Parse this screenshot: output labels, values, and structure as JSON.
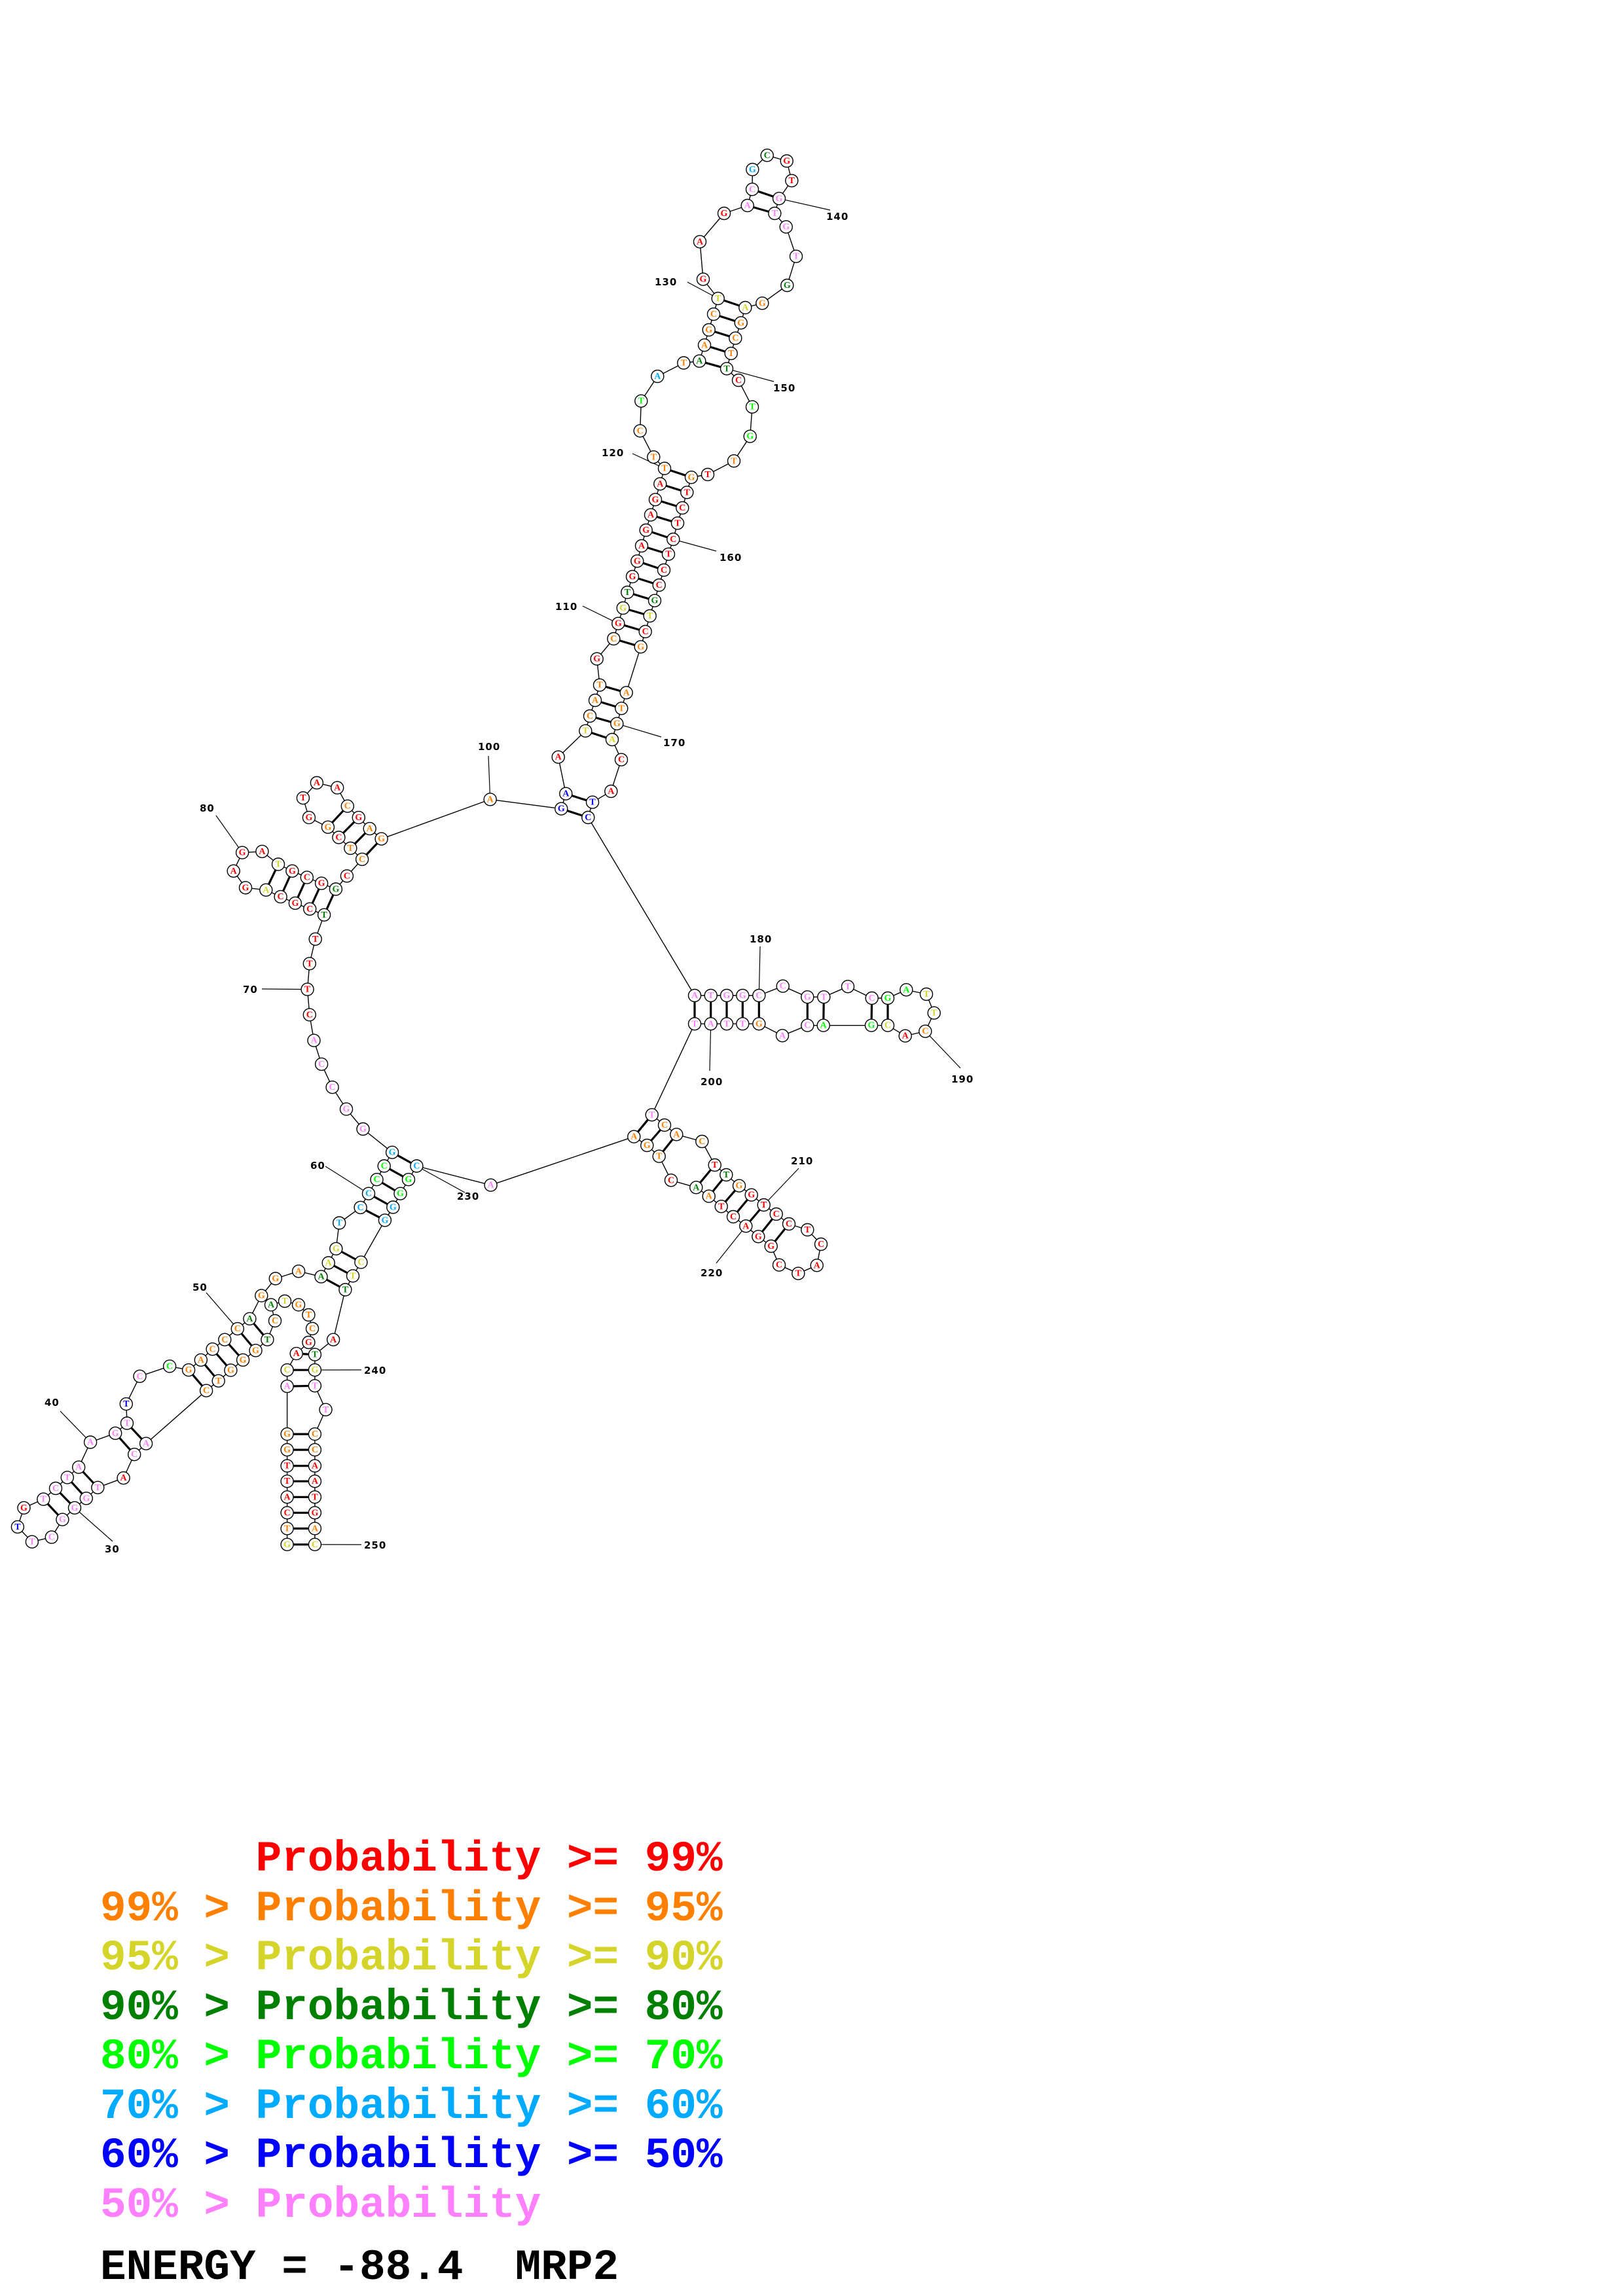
{
  "structure": {
    "sequence": "GTCATTGGACAGCTGTACTGGGTCACATGGGCTTGTCTAAGTTCCGACCCAGGAAAGTCCCCGGGCCACTTTTCGCAGAGATGCGGCCTCGGTAACGAGAGAATCATGCGGTGGAGAGATTCTATAAGCTGAGACGCGTGTGTGGAGCTTCTGTTGTCTCTCCGTCGATGACATCATGGCCGTTCGATTCACGACAGTTATTCACTTGGTCCTCATCGGACTAACTGAACGGGGCTTATGTTCCAATGAC",
    "probability_levels": "2100001172001112313111117707777776077777776741111131113225554457777700003000200002000301101000010111660211101023000000011145131112000775300777731211130441010000000320111120066777777777744221024477177777111031000000000000001301117544552230327711000012",
    "pairs": [
      [
        1,
        250
      ],
      [
        2,
        249
      ],
      [
        3,
        248
      ],
      [
        4,
        247
      ],
      [
        5,
        246
      ],
      [
        6,
        245
      ],
      [
        7,
        244
      ],
      [
        8,
        243
      ],
      [
        9,
        241
      ],
      [
        10,
        240
      ],
      [
        11,
        239
      ],
      [
        19,
        51
      ],
      [
        20,
        50
      ],
      [
        21,
        49
      ],
      [
        22,
        48
      ],
      [
        23,
        47
      ],
      [
        24,
        46
      ],
      [
        25,
        42
      ],
      [
        26,
        41
      ],
      [
        28,
        39
      ],
      [
        29,
        38
      ],
      [
        30,
        37
      ],
      [
        31,
        36
      ],
      [
        55,
        237
      ],
      [
        56,
        236
      ],
      [
        57,
        235
      ],
      [
        59,
        234
      ],
      [
        60,
        233
      ],
      [
        61,
        232
      ],
      [
        62,
        231
      ],
      [
        63,
        230
      ],
      [
        73,
        86
      ],
      [
        74,
        85
      ],
      [
        75,
        84
      ],
      [
        76,
        83
      ],
      [
        77,
        82
      ],
      [
        88,
        99
      ],
      [
        89,
        98
      ],
      [
        90,
        97
      ],
      [
        91,
        96
      ],
      [
        101,
        175
      ],
      [
        102,
        174
      ],
      [
        104,
        171
      ],
      [
        105,
        170
      ],
      [
        106,
        169
      ],
      [
        107,
        168
      ],
      [
        109,
        167
      ],
      [
        110,
        166
      ],
      [
        111,
        165
      ],
      [
        112,
        164
      ],
      [
        113,
        163
      ],
      [
        114,
        162
      ],
      [
        115,
        161
      ],
      [
        116,
        160
      ],
      [
        117,
        159
      ],
      [
        118,
        158
      ],
      [
        119,
        157
      ],
      [
        120,
        156
      ],
      [
        126,
        150
      ],
      [
        127,
        149
      ],
      [
        128,
        148
      ],
      [
        129,
        147
      ],
      [
        130,
        146
      ],
      [
        134,
        141
      ],
      [
        135,
        140
      ],
      [
        176,
        201
      ],
      [
        177,
        200
      ],
      [
        178,
        199
      ],
      [
        179,
        198
      ],
      [
        180,
        197
      ],
      [
        182,
        195
      ],
      [
        183,
        194
      ],
      [
        185,
        193
      ],
      [
        186,
        192
      ],
      [
        202,
        228
      ],
      [
        203,
        227
      ],
      [
        204,
        226
      ],
      [
        206,
        224
      ],
      [
        207,
        223
      ],
      [
        208,
        222
      ],
      [
        209,
        221
      ],
      [
        210,
        220
      ],
      [
        211,
        219
      ],
      [
        212,
        218
      ]
    ],
    "position_labels": [
      "30",
      "40",
      "50",
      "60",
      "70",
      "80",
      "100",
      "110",
      "120",
      "130",
      "140",
      "150",
      "160",
      "170",
      "180",
      "190",
      "200",
      "210",
      "220",
      "230",
      "240",
      "250"
    ]
  },
  "level_colors": [
    "#ff0000",
    "#ff8000",
    "#d4d42a",
    "#008000",
    "#00ff00",
    "#00aaff",
    "#0000ff",
    "#ff80ff"
  ],
  "legend": {
    "rows": [
      "      Probability >= 99%",
      "99% > Probability >= 95%",
      "95% > Probability >= 90%",
      "90% > Probability >= 80%",
      "80% > Probability >= 70%",
      "70% > Probability >= 60%",
      "60% > Probability >= 50%",
      "50% > Probability"
    ],
    "footer": "ENERGY = -88.4  MRP2"
  }
}
